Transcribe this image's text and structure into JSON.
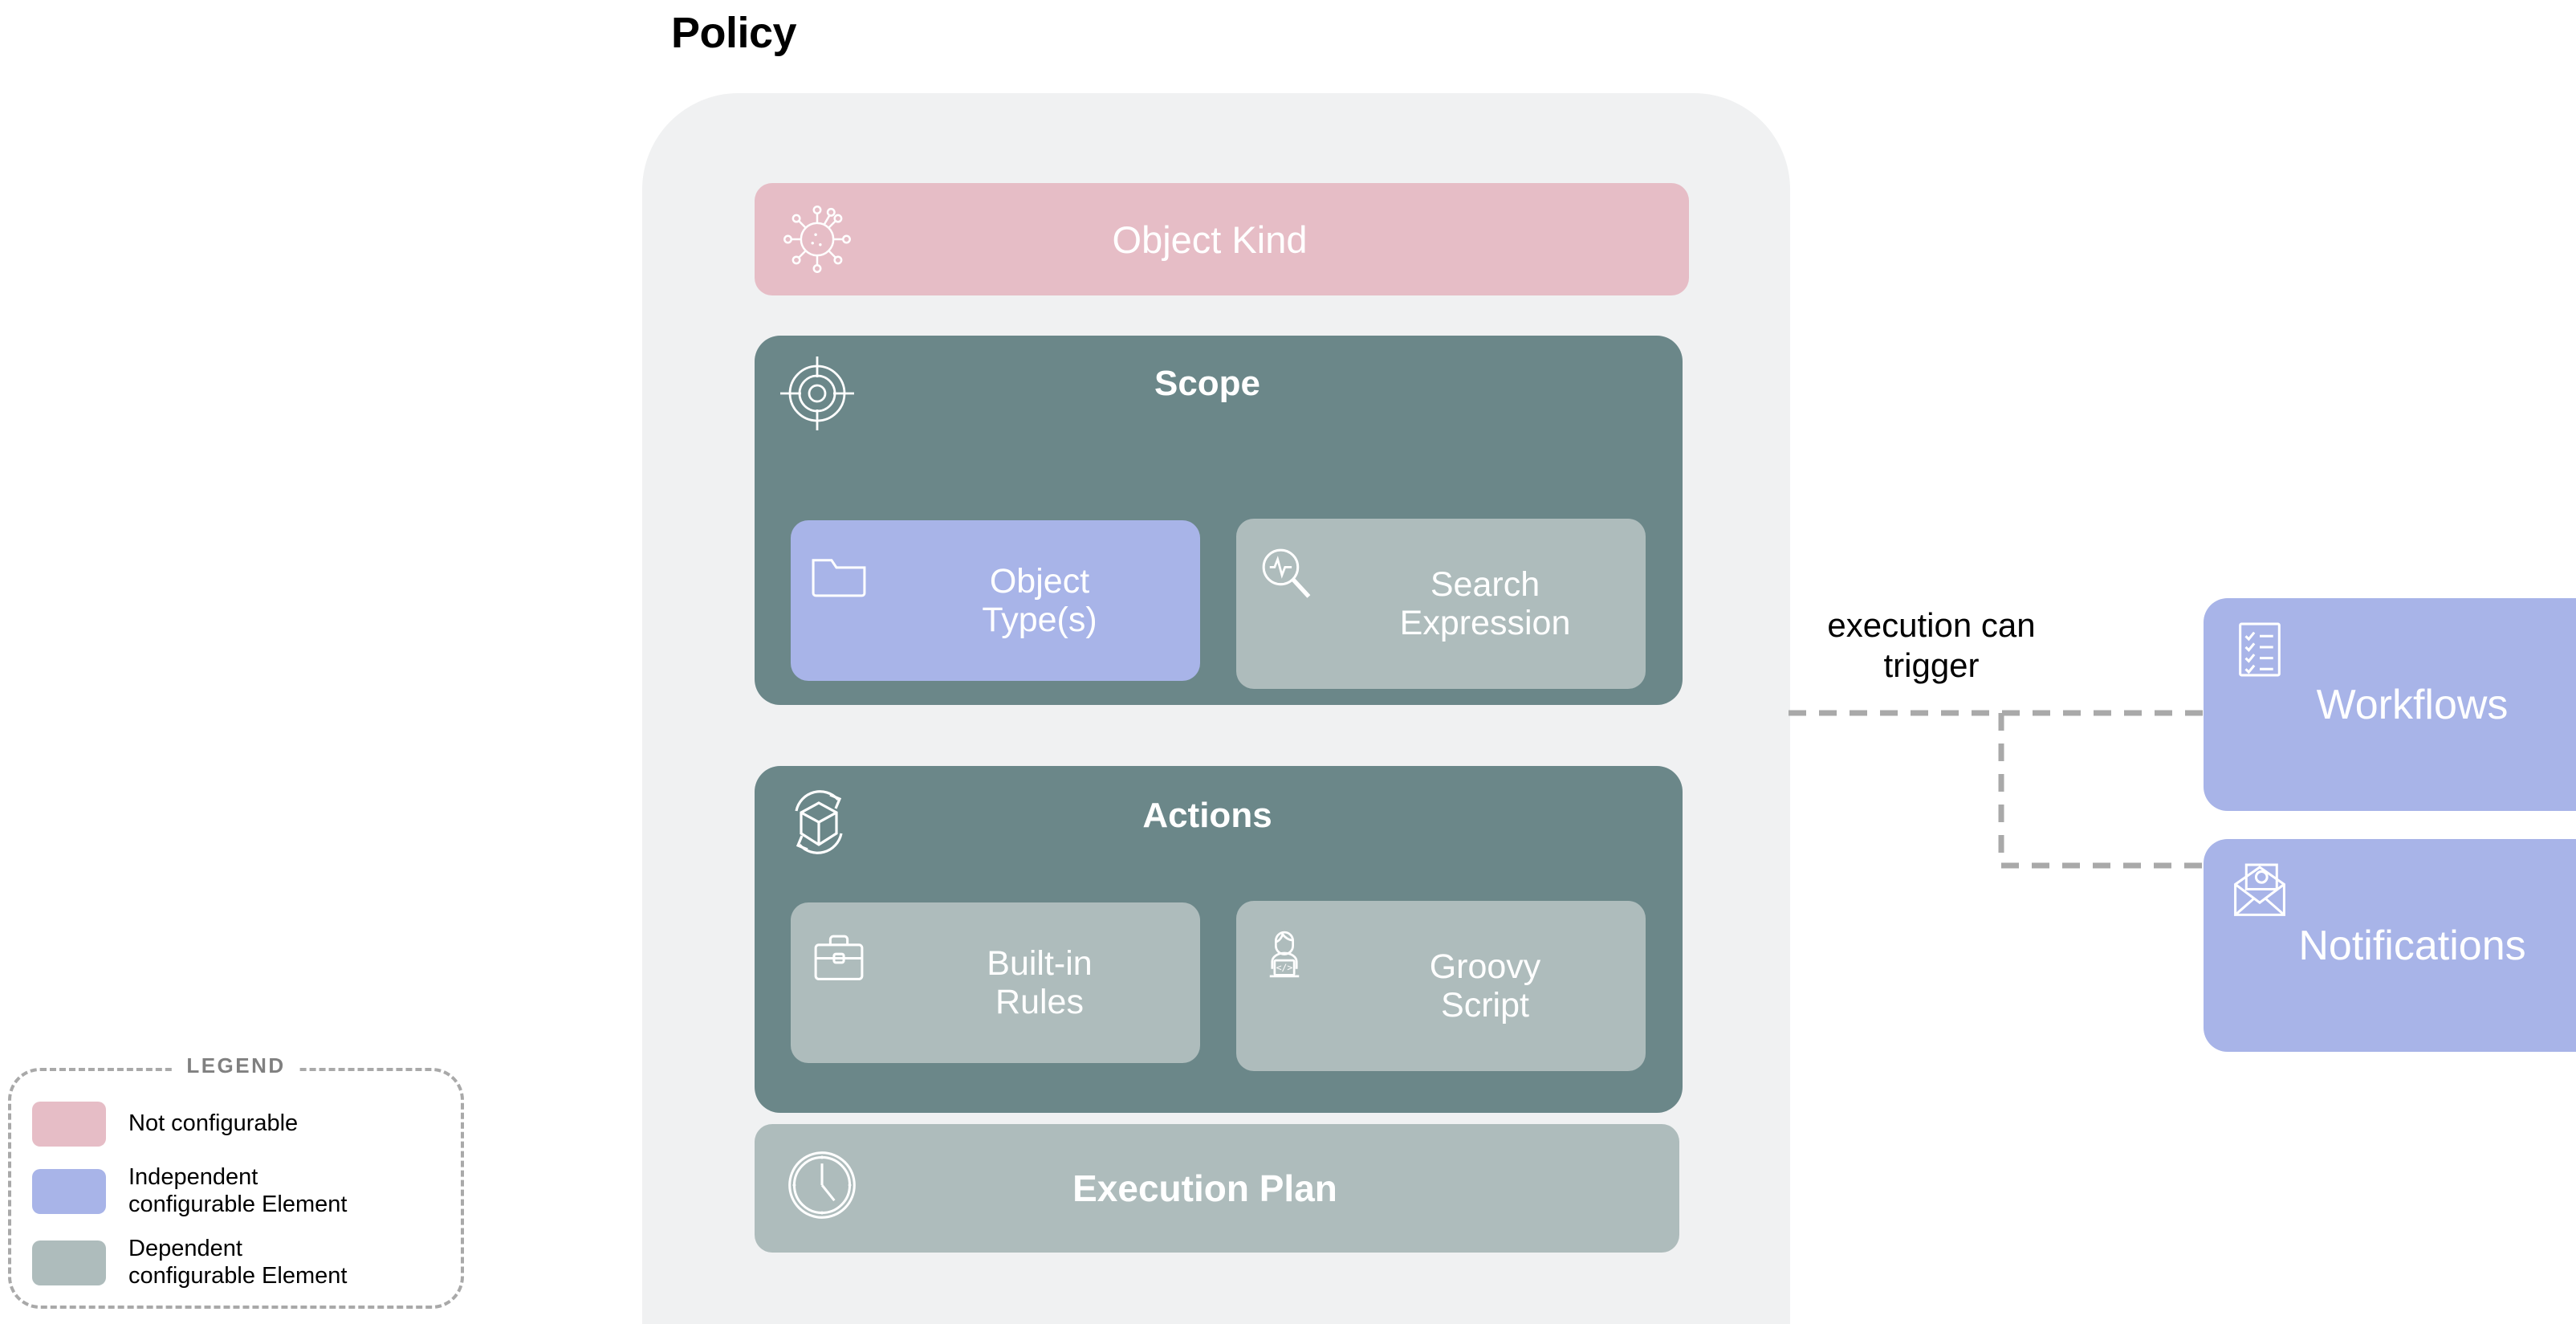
{
  "page": {
    "title": "Policy"
  },
  "policy": {
    "object_kind": {
      "label": "Object Kind",
      "icon": "virus-icon",
      "color": "#E6BDC6"
    },
    "scope": {
      "label": "Scope",
      "icon": "target-crosshair-icon",
      "color": "#6B8789",
      "cards": [
        {
          "label": "Object\nType(s)",
          "line1": "Object",
          "line2": "Type(s)",
          "icon": "folder-icon",
          "color": "#A8B4E8"
        },
        {
          "label": "Search\nExpression",
          "line1": "Search",
          "line2": "Expression",
          "icon": "search-pulse-icon",
          "color": "#AEBCBC"
        }
      ]
    },
    "actions": {
      "label": "Actions",
      "icon": "cube-refresh-icon",
      "color": "#6B8789",
      "cards": [
        {
          "label": "Built-in\nRules",
          "line1": "Built-in",
          "line2": "Rules",
          "icon": "briefcase-icon",
          "color": "#AEBCBC"
        },
        {
          "label": "Groovy\nScript",
          "line1": "Groovy",
          "line2": "Script",
          "icon": "developer-laptop-icon",
          "color": "#AEBCBC"
        }
      ]
    },
    "execution_plan": {
      "label": "Execution Plan",
      "icon": "clock-icon",
      "color": "#AEBCBC"
    }
  },
  "connector": {
    "label_line1": "execution can",
    "label_line2": "trigger",
    "style": "dashed",
    "color": "#A9A9A9"
  },
  "targets": [
    {
      "label": "Workflows",
      "icon": "checklist-icon",
      "color": "#A8B4E8"
    },
    {
      "label": "Notifications",
      "icon": "envelope-at-icon",
      "color": "#A8B4E8"
    }
  ],
  "legend": {
    "title": "LEGEND",
    "items": [
      {
        "swatch_color": "#E6BDC6",
        "line1": "Not configurable",
        "line2": ""
      },
      {
        "swatch_color": "#A8B4E8",
        "line1": "Independent",
        "line2": "configurable Element"
      },
      {
        "swatch_color": "#AEBCBC",
        "line1": "Dependent",
        "line2": "configurable Element"
      }
    ]
  }
}
